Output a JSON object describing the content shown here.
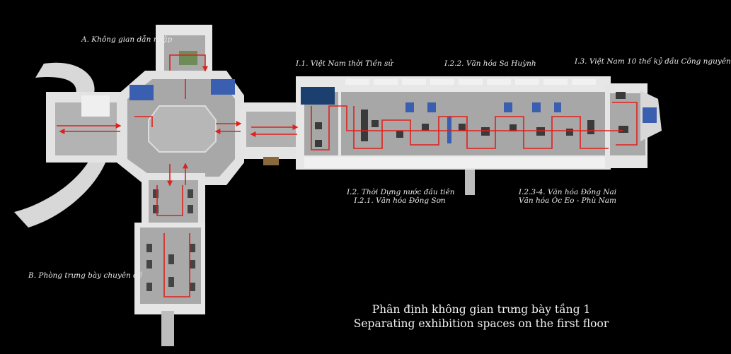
{
  "labels": {
    "intro": "A. Không gian dẫn nhập",
    "special": "B. Phòng trưng bày chuyên đề",
    "prehistory": "I.1. Việt Nam thời Tiền sử",
    "sahuynh": "I.2.2. Văn hóa Sa Huỳnh",
    "tenth_century": "I.3. Việt Nam 10 thế kỷ đầu Công nguyên",
    "dongson_line1": "I.2. Thời Dựng nước đầu tiên",
    "dongson_line2": "I.2.1. Văn hóa Đông Sơn",
    "dongnai_line1": "I.2.3-4. Văn hóa Đồng Nai",
    "dongnai_line2": "Văn hóa Óc Eo - Phù Nam"
  },
  "title": {
    "vi": "Phân định không gian trưng bày tầng 1",
    "en": "Separating exhibition spaces on the first floor"
  },
  "colors": {
    "background": "#000000",
    "building": "#e6e6e6",
    "floor": "#a9a9a9",
    "route": "#e0201a",
    "vitrine": "#3a5fb0"
  }
}
